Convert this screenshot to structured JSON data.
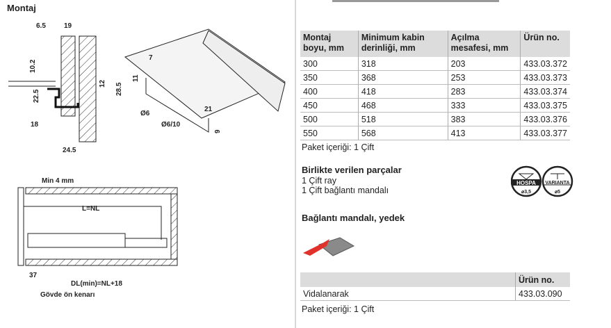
{
  "left": {
    "title": "Montaj",
    "dims_section": [
      "6.5",
      "19",
      "10.2",
      "22.5",
      "12",
      "28.5",
      "18",
      "24.5"
    ],
    "dims_iso": [
      "7",
      "11",
      "21",
      "Ø6",
      "Ø6/10",
      "9"
    ],
    "dims_side": [
      "Min 4 mm",
      "L=NL",
      "37",
      "DL(min)=NL+18",
      "Gövde ön kenarı"
    ]
  },
  "spec_table": {
    "headers": [
      "Montaj boyu, mm",
      "Minimum kabin derinliği, mm",
      "Açılma mesafesi, mm",
      "Ürün no."
    ],
    "rows": [
      [
        "300",
        "318",
        "203",
        "433.03.372"
      ],
      [
        "350",
        "368",
        "253",
        "433.03.373"
      ],
      [
        "400",
        "418",
        "283",
        "433.03.374"
      ],
      [
        "450",
        "468",
        "333",
        "433.03.375"
      ],
      [
        "500",
        "518",
        "383",
        "433.03.376"
      ],
      [
        "550",
        "568",
        "413",
        "433.03.377"
      ]
    ]
  },
  "package1": "Paket içeriği: 1 Çift",
  "included": {
    "title": "Birlikte verilen parçalar",
    "items": [
      "1 Çift ray",
      "1 Çift bağlantı mandalı"
    ]
  },
  "logos": {
    "hospa": "HOSPA",
    "hospa_size": "⌀3,5",
    "varianta": "VARIANTA",
    "varianta_size": "⌀5"
  },
  "spare": {
    "title": "Bağlantı mandalı, yedek",
    "header": [
      "",
      "Ürün no."
    ],
    "rows": [
      [
        "Vidalanarak",
        "433.03.090"
      ]
    ]
  },
  "package2": "Paket içeriği: 1 Çift",
  "colors": {
    "accent": "#e0322a",
    "header_bg": "#dcdcdc"
  }
}
